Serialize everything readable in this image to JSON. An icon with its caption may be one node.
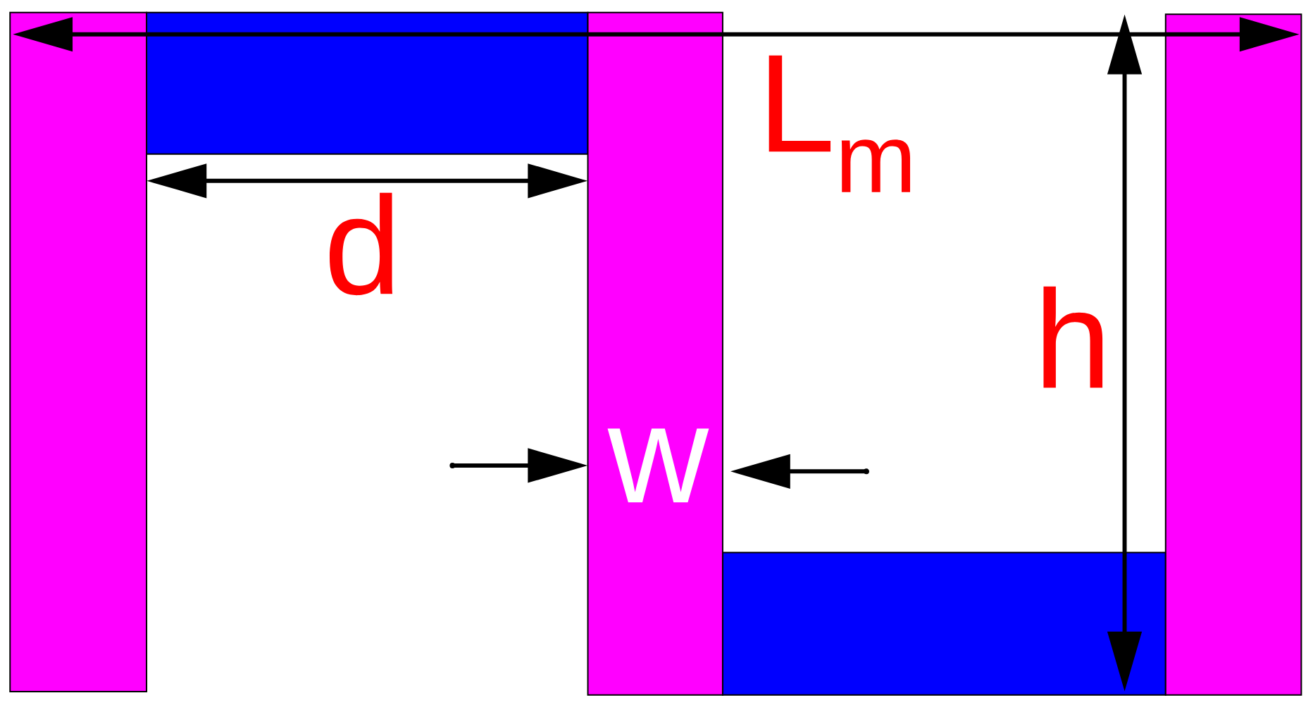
{
  "diagram": {
    "labels": [
      "L$_{m}$",
      "d",
      "h",
      "w"
    ]
  }
}
